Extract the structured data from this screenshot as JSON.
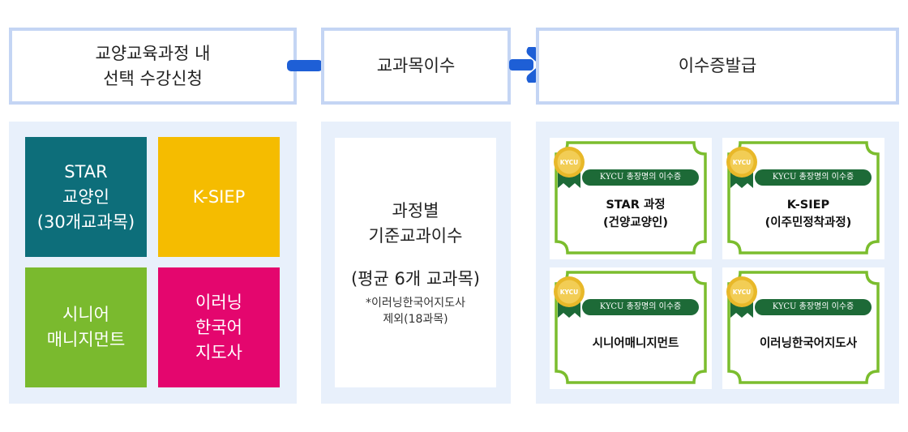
{
  "steps": [
    {
      "label": "교양교육과정 내\n선택 수강신청"
    },
    {
      "label": "교과목이수"
    },
    {
      "label": "이수증발급"
    }
  ],
  "programs": [
    {
      "label": "STAR\n교양인\n(30개교과목)",
      "color": "#0d6e7a"
    },
    {
      "label": "K-SIEP",
      "color": "#f5bc00"
    },
    {
      "label": "시니어\n매니지먼트",
      "color": "#7aba2e"
    },
    {
      "label": "이러닝\n한국어\n지도사",
      "color": "#e4066e"
    }
  ],
  "requirement": {
    "title": "과정별\n기준교과이수",
    "average": "(평균 6개 교과목)",
    "note": "*이러닝한국어지도사\n제외(18과목)"
  },
  "certificates": [
    {
      "banner": "KYCU 총장명의 이수증",
      "title": "STAR 과정\n(건양교양인)"
    },
    {
      "banner": "KYCU 총장명의 이수증",
      "title": "K-SIEP\n(이주민정착과정)"
    },
    {
      "banner": "KYCU 총장명의 이수증",
      "title": "시니어매니지먼트"
    },
    {
      "banner": "KYCU 총장명의 이수증",
      "title": "이러닝한국어지도사"
    }
  ],
  "medal_text": "KYCU",
  "colors": {
    "step_border": "#c4d5f4",
    "panel_bg": "#e8f0fb",
    "arrow": "#1e5fd6",
    "cert_frame": "#7bbd2e",
    "cert_banner": "#1d6a37",
    "medal_gold": "#e8b829"
  }
}
